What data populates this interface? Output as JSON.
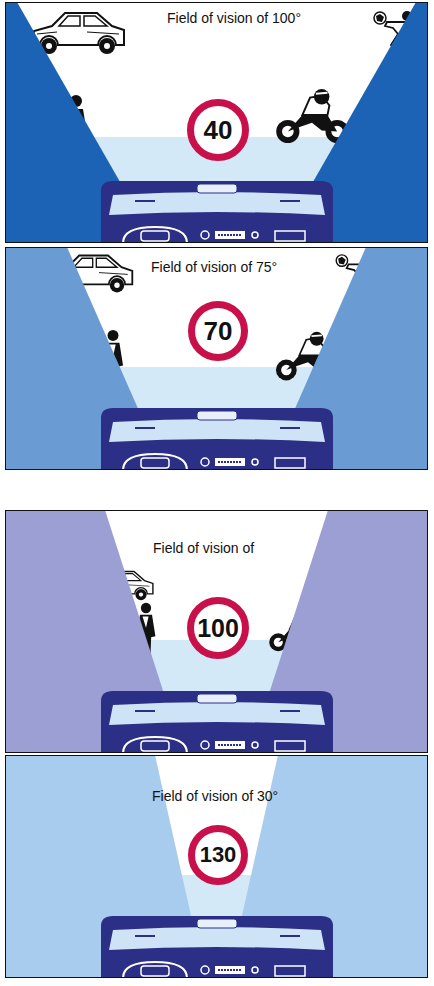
{
  "diagram": {
    "nodes": [
      {
        "text": [
          "Field of vision of 100°"
        ]
      },
      {
        "text": [
          "40"
        ],
        "in": 0
      },
      {
        "text": [
          "Field of vision of 75°"
        ]
      },
      {
        "text": [
          "70"
        ],
        "in": 2
      },
      {
        "text": [
          "Field of vision of"
        ]
      },
      {
        "text": [
          "100"
        ],
        "in": 4
      },
      {
        "text": [
          "Field of vision of 30°"
        ]
      },
      {
        "text": [
          "130"
        ],
        "in": 6
      }
    ]
  }
}
